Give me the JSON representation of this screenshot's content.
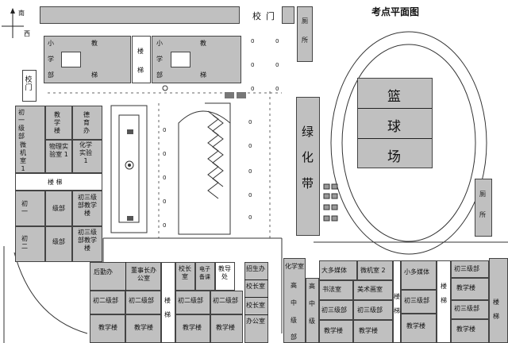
{
  "title": "考点平面图",
  "compass": {
    "north": "南",
    "west": "西"
  },
  "gates": {
    "main": "校门",
    "side": "校门"
  },
  "field": {
    "label_1": "篮",
    "label_2": "球",
    "label_3": "场"
  },
  "green": {
    "c1": "绿",
    "c2": "化",
    "c3": "带"
  },
  "toilet": {
    "top_1": "厕",
    "top_2": "所",
    "right_1": "厕",
    "right_2": "所"
  },
  "top_left": {
    "c1": "小",
    "c2": "学",
    "c3": "部",
    "c4": "教",
    "c5": "梯",
    "stair_1": "楼",
    "stair_2": "梯",
    "c6": "小",
    "c7": "学",
    "c8": "部",
    "c9": "教",
    "c10": "梯"
  },
  "left_wing": {
    "r1c1": "初一级部",
    "r1c2": "教学楼",
    "r1c3": "德育办",
    "r2c1": "微机室 1",
    "r2c2": "物理实验室 1",
    "r2c3": "化学实验1",
    "stair": "楼 梯",
    "r3c1": "初一",
    "r3c2": "级部",
    "r3c3": "初三级部教学楼",
    "r4c1": "初二",
    "r4c2": "级部",
    "r4c3": "初三级部教学楼"
  },
  "bottom_mid": {
    "hq": "后勤办",
    "chair": "董事长办公室",
    "g1_top": "初二级部",
    "g2_top": "初二级部",
    "t1": "教学楼",
    "t2": "教学楼",
    "stair": "楼梯",
    "principal": "校长室",
    "elec": "电子备课",
    "guide": "教导处",
    "g3": "初二级部",
    "g4": "初二级部",
    "t3": "教学楼",
    "t4": "教学楼",
    "enroll": "招生办",
    "vp1": "校长室",
    "vp2": "校长室",
    "office": "办公室"
  },
  "bottom_right": {
    "chem": "化学室",
    "h1": "高",
    "h2": "中",
    "h3": "级",
    "h4": "部",
    "mm": "大多媒体",
    "pc2": "微机室 2",
    "callig": "书法室",
    "art": "美术画室",
    "g3a": "初三级部",
    "g3b": "初三级部",
    "t5": "教学楼",
    "t6": "教学楼",
    "small_mm": "小多媒体",
    "g3c": "初三级部",
    "t7": "教学楼",
    "stair2": "楼梯",
    "g3d": "初三级部",
    "g3e": "初三级部",
    "t8": "教学楼",
    "stair3": "楼梯",
    "stair4": "楼梯"
  }
}
